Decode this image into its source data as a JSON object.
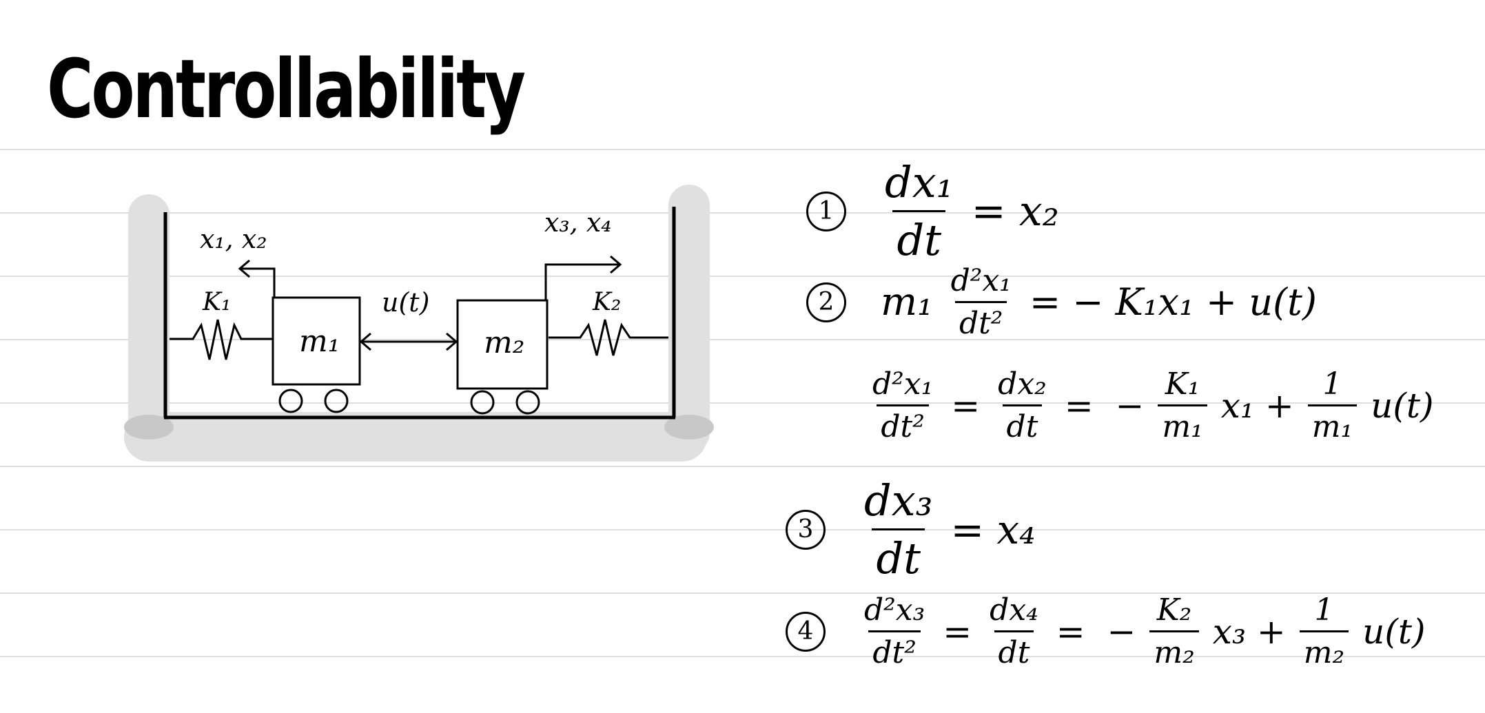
{
  "title": "Controllability",
  "diagram": {
    "x12": "x₁, x₂",
    "x34": "x₃, x₄",
    "k1": "K₁",
    "k2": "K₂",
    "m1": "m₁",
    "m2": "m₂",
    "input": "u(t)"
  },
  "equations": {
    "eq1": {
      "number": "1",
      "num": "dx₁",
      "den": "dt",
      "rhs": "= x₂"
    },
    "eq2": {
      "number": "2",
      "lead": "m₁",
      "num": "d²x₁",
      "den": "dt²",
      "rhs": "= − K₁x₁ + u(t)"
    },
    "eq2b": {
      "f1_num": "d²x₁",
      "f1_den": "dt²",
      "f2_num": "dx₂",
      "f2_den": "dt",
      "f3_num": "K₁",
      "f3_den": "m₁",
      "t1": "x₁ +",
      "f4_num": "1",
      "f4_den": "m₁",
      "t2": "u(t)"
    },
    "eq3": {
      "number": "3",
      "num": "dx₃",
      "den": "dt",
      "rhs": "= x₄"
    },
    "eq4": {
      "number": "4",
      "f1_num": "d²x₃",
      "f1_den": "dt²",
      "f2_num": "dx₄",
      "f2_den": "dt",
      "f3_num": "K₂",
      "f3_den": "m₂",
      "t1": "x₃ +",
      "f4_num": "1",
      "f4_den": "m₂",
      "t2": "u(t)"
    }
  }
}
